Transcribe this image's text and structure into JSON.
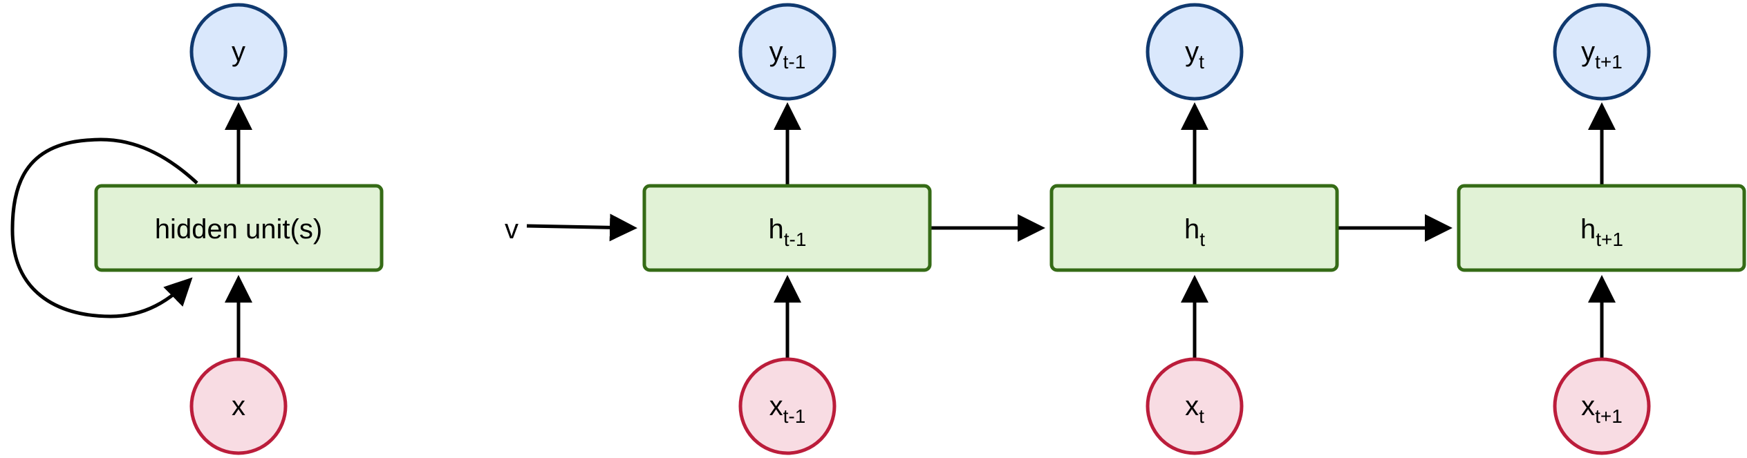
{
  "folded": {
    "output_label": "y",
    "hidden_label": "hidden unit(s)",
    "input_label": "x"
  },
  "unrolled": {
    "initial_label": "v",
    "steps": [
      {
        "output": "y",
        "output_sub": "t-1",
        "hidden": "h",
        "hidden_sub": "t-1",
        "input": "x",
        "input_sub": "t-1"
      },
      {
        "output": "y",
        "output_sub": "t",
        "hidden": "h",
        "hidden_sub": "t",
        "input": "x",
        "input_sub": "t"
      },
      {
        "output": "y",
        "output_sub": "t+1",
        "hidden": "h",
        "hidden_sub": "t+1",
        "input": "x",
        "input_sub": "t+1"
      }
    ]
  },
  "colors": {
    "output_fill": "#dae8fc",
    "output_stroke": "#10396f",
    "input_fill": "#f8dce3",
    "input_stroke": "#bb1d3b",
    "hidden_fill": "#e1f2d6",
    "hidden_stroke": "#356b16"
  }
}
